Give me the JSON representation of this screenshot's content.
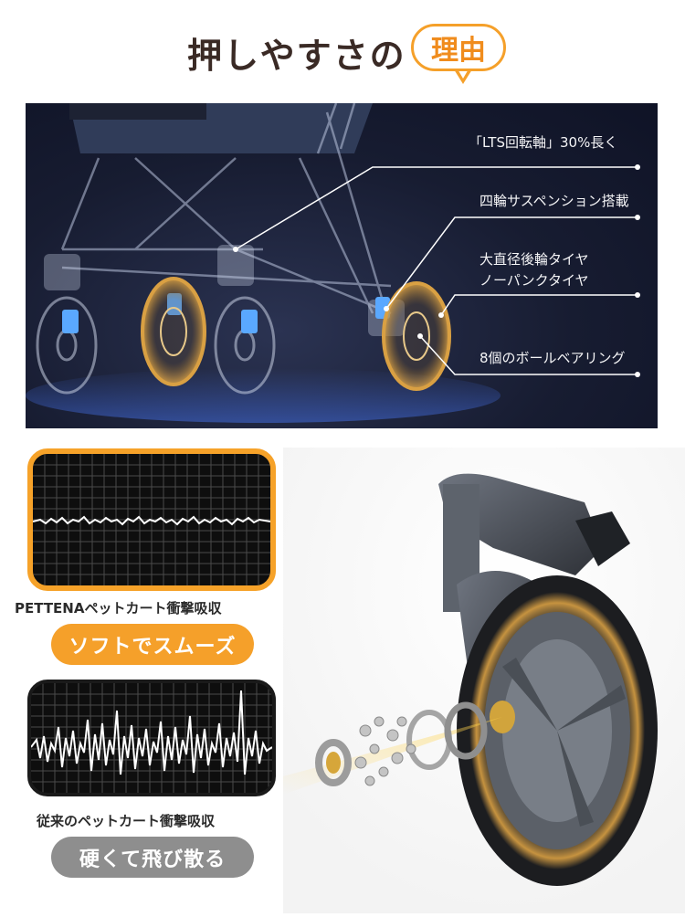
{
  "header": {
    "title": "押しやすさの",
    "badge": "理由"
  },
  "features": [
    {
      "label": "「LTS回転軸」30%長く"
    },
    {
      "label": "四輪サスペンション搭載"
    },
    {
      "label": "大直径後輪タイヤ"
    },
    {
      "label": "ノーパンクタイヤ"
    },
    {
      "label": "8個のボールベアリング"
    }
  ],
  "comparison": {
    "soft": {
      "caption": "PETTENAペットカート衝撃吸収",
      "pill": "ソフトでスムーズ"
    },
    "hard": {
      "caption": "従来のペットカート衝撃吸収",
      "pill": "硬くて飛び散る"
    }
  },
  "colors": {
    "accent": "#f5a02a",
    "panel_bg": "#171c31",
    "muted_pill": "#8e8e8e",
    "title": "#3a2a25"
  }
}
